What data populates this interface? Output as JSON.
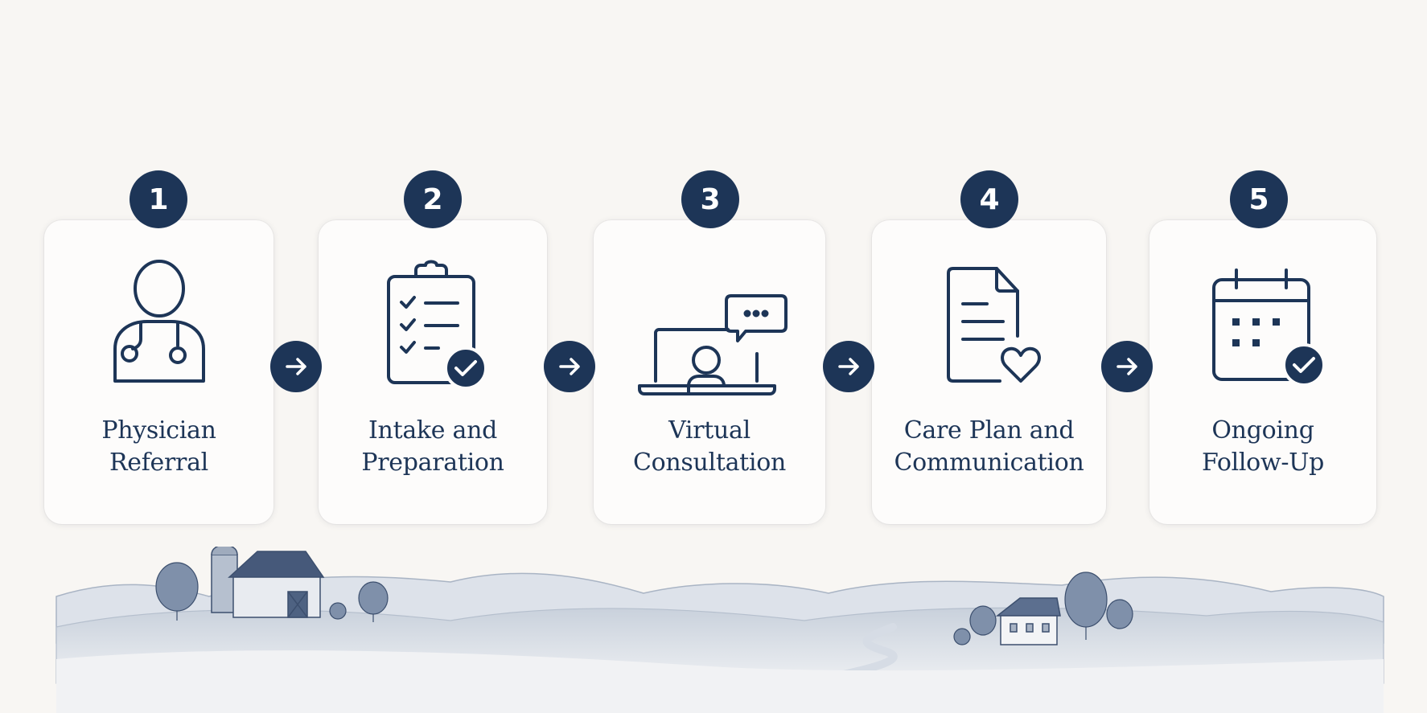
{
  "steps": [
    {
      "number": "1",
      "line1": "Physician",
      "line2": "Referral",
      "icon": "doctor-stethoscope-icon"
    },
    {
      "number": "2",
      "line1": "Intake and",
      "line2": "Preparation",
      "icon": "clipboard-checklist-icon"
    },
    {
      "number": "3",
      "line1": "Virtual",
      "line2": "Consultation",
      "icon": "laptop-video-call-icon"
    },
    {
      "number": "4",
      "line1": "Care Plan and",
      "line2": "Communication",
      "icon": "document-heart-icon"
    },
    {
      "number": "5",
      "line1": "Ongoing",
      "line2": "Follow-Up",
      "icon": "calendar-check-icon"
    }
  ],
  "colors": {
    "accent": "#1d3557",
    "background": "#f8f6f3",
    "card": "#fdfcfb",
    "landscape": "#6b7e99"
  }
}
